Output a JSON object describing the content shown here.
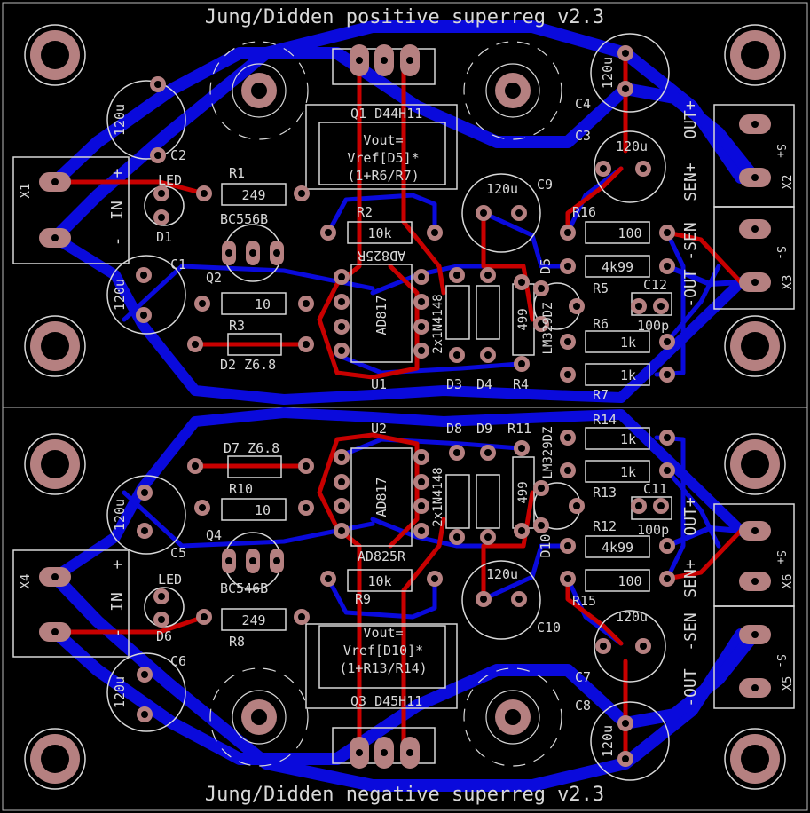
{
  "colors": {
    "background": "#000000",
    "silkscreen": "#d8d8d8",
    "top_copper": "#c80000",
    "bottom_copper": "#0a0adc",
    "pad": "#b58080",
    "pad_hole": "#000000"
  },
  "titles": {
    "positive": "Jung/Didden positive superreg v2.3",
    "negative": "Jung/Didden negative superreg v2.3"
  },
  "positive": {
    "q1": "Q1 D44H11",
    "formula_line1": "Vout=",
    "formula_line2": "Vref[D5]*",
    "formula_line3": "(1+R6/R7)",
    "c2_value": "120u",
    "c2": "C2",
    "c1_value": "120u",
    "c1": "C1",
    "c4_value": "120u",
    "c4": "C4",
    "c3_value": "120u",
    "c3": "C3",
    "c9_value": "120u",
    "c9": "C9",
    "x1": "X1",
    "in_plus": "+",
    "in_label": "IN",
    "in_minus": "-",
    "led": "LED",
    "d1": "D1",
    "r1": "R1",
    "r1_value": "249",
    "bc": "BC556B",
    "q2": "Q2",
    "r3": "R3",
    "r3_value": "10",
    "d2": "D2 Z6.8",
    "r2": "R2",
    "r2_value": "10k",
    "u1_part": "AD825R",
    "u1_part2": "AD817",
    "u1": "U1",
    "diodes": "2x1N4148",
    "d3": "D3",
    "d4": "D4",
    "r4": "R4",
    "r4_value": "499",
    "lm": "LM329DZ",
    "d5": "D5",
    "r16": "R16",
    "r16_value": "100",
    "r5": "R5",
    "r5_value": "4k99",
    "r6": "R6",
    "r6_value": "1k",
    "r7": "R7",
    "r7_value": "1k",
    "c12": "C12",
    "c12_value": "100p",
    "out_plus": "OUT+",
    "sen_plus": "SEN+",
    "sen_minus": "-SEN",
    "out_minus": "-OUT",
    "s_plus": "S+",
    "s_minus": "S-",
    "x2": "X2",
    "x3": "X3"
  },
  "negative": {
    "d7": "D7 Z6.8",
    "r10": "R10",
    "r10_value": "10",
    "c5_value": "120u",
    "c5": "C5",
    "q4": "Q4",
    "bc": "BC546B",
    "x4": "X4",
    "in_plus": "+",
    "in_label": "IN",
    "in_minus": "-",
    "led": "LED",
    "d6": "D6",
    "r8": "R8",
    "r8_value": "249",
    "c6": "C6",
    "c6_value": "120u",
    "u2": "U2",
    "u2_part": "AD817",
    "u2_part2": "AD825R",
    "r9": "R9",
    "r9_value": "10k",
    "diodes": "2x1N4148",
    "d8": "D8",
    "d9": "D9",
    "r11": "R11",
    "r11_value": "499",
    "lm": "LM329DZ",
    "d10": "D10",
    "r14": "R14",
    "r14_value": "1k",
    "r13": "R13",
    "r13_value": "1k",
    "c11": "C11",
    "c11_value": "100p",
    "r12": "R12",
    "r12_value": "4k99",
    "r15": "R15",
    "r15_value": "100",
    "c10_value": "120u",
    "c10": "C10",
    "c7_value": "120u",
    "c7": "C7",
    "c8_value": "120u",
    "c8": "C8",
    "formula_line1": "Vout=",
    "formula_line2": "Vref[D10]*",
    "formula_line3": "(1+R13/R14)",
    "q3": "Q3 D45H11",
    "out_plus": "OUT+",
    "sen_plus": "SEN+",
    "sen_minus": "-SEN",
    "out_minus": "-OUT",
    "s_plus": "S+",
    "s_minus": "S-",
    "x6": "X6",
    "x5": "X5"
  }
}
